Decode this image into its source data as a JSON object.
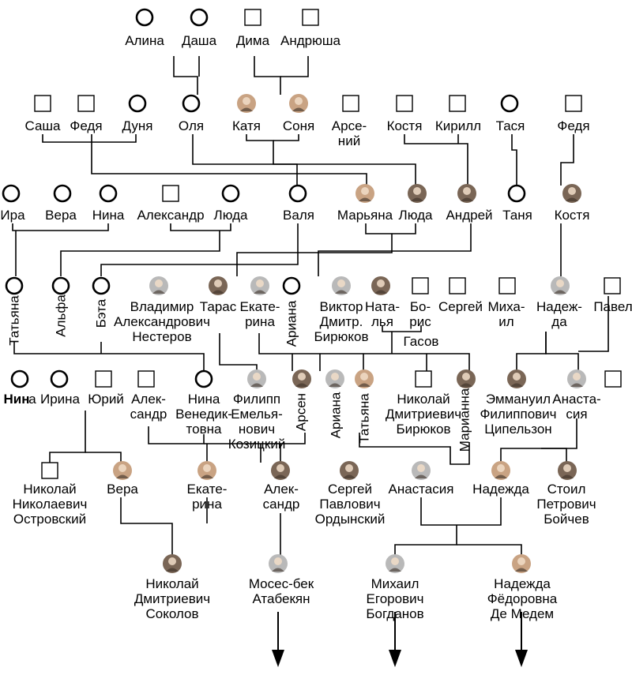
{
  "colors": {
    "line": "#000000",
    "background": "#ffffff",
    "photo_female": "#c9a383",
    "photo_male": "#7a6656",
    "photo_old": "#b9b9b9"
  },
  "icons": {
    "female": "circle-icon",
    "male": "square-icon",
    "photo": "portrait-photo-icon",
    "continuation": "arrow-down-icon"
  },
  "people": {
    "alina": "Алина",
    "dasha": "Даша",
    "dima": "Дима",
    "andryusha": "Андрюша",
    "sasha": "Саша",
    "fedya1": "Федя",
    "dunya": "Дуня",
    "olya": "Оля",
    "katya": "Катя",
    "sonya": "Соня",
    "arseniy": "Арсе-\nний",
    "kostya1": "Костя",
    "kirill": "Кирилл",
    "tasya": "Тася",
    "fedya2": "Федя",
    "ira": "Ира",
    "vera1": "Вера",
    "nina1": "Нина",
    "aleksandr1": "Александр",
    "lyuda1": "Люда",
    "valya": "Валя",
    "maryana": "Марьяна",
    "lyuda2": "Люда",
    "andrey": "Андрей",
    "tanya": "Таня",
    "kostya2": "Костя",
    "tatyana1": "Татьяна",
    "alfa": "Альфа",
    "beta": "Бэта",
    "nesterov": "Владимир\nАлександрович\nНестеров",
    "taras": "Тарас",
    "ekaterina1": "Екате-\nрина",
    "ariana1": "Ариана",
    "biryukov_v": "Виктор\nДмитр.\nБирюков",
    "natalya": "Ната-\nлья",
    "boris": "Бо-\nрис",
    "sergey1": "Сергей",
    "mikhail1": "Миха-\nил",
    "nadezhda1": "Надеж-\nда",
    "pavel": "Павел",
    "gasov": "Гасов",
    "nina2_a": "Нин",
    "nina2_b": "а",
    "irina": "Ирина",
    "yuriy": "Юрий",
    "aleksandr2": "Алек-\nсандр",
    "nina3": "Нина\nВенедик-\nтовна",
    "kozitsky": "Филипп\nЕмелья-\nнович\nКозицкий",
    "arsen": "Арсен",
    "ariana2": "Ариана",
    "tatyana2": "Татьяна",
    "biryukov_n": "Николай\nДмитриевич\nБирюков",
    "marianna": "Марианна",
    "tsipelzon": "Эммануил\nФилиппович\nЦипельзон",
    "anastasiya1": "Анаста-\nсия",
    "ostrovsky": "Николай\nНиколаевич\nОстровский",
    "vera2": "Вера",
    "ekaterina2": "Екате-\nрина",
    "aleksandr3": "Алек-\nсандр",
    "ordynsky": "Сергей\nПавлович\nОрдынский",
    "anastasiya2": "Анастасия",
    "nadezhda2": "Надежда",
    "boychev": "Стоил\nПетрович\nБойчев",
    "sokolov": "Николай\nДмитриевич\nСоколов",
    "atabekyan": "Мосес-бек\nАтабекян",
    "bogdanov": "Михаил\nЕгорович\nБогданов",
    "de_medem": "Надежда\nФёдоровна\nДе Медем"
  }
}
